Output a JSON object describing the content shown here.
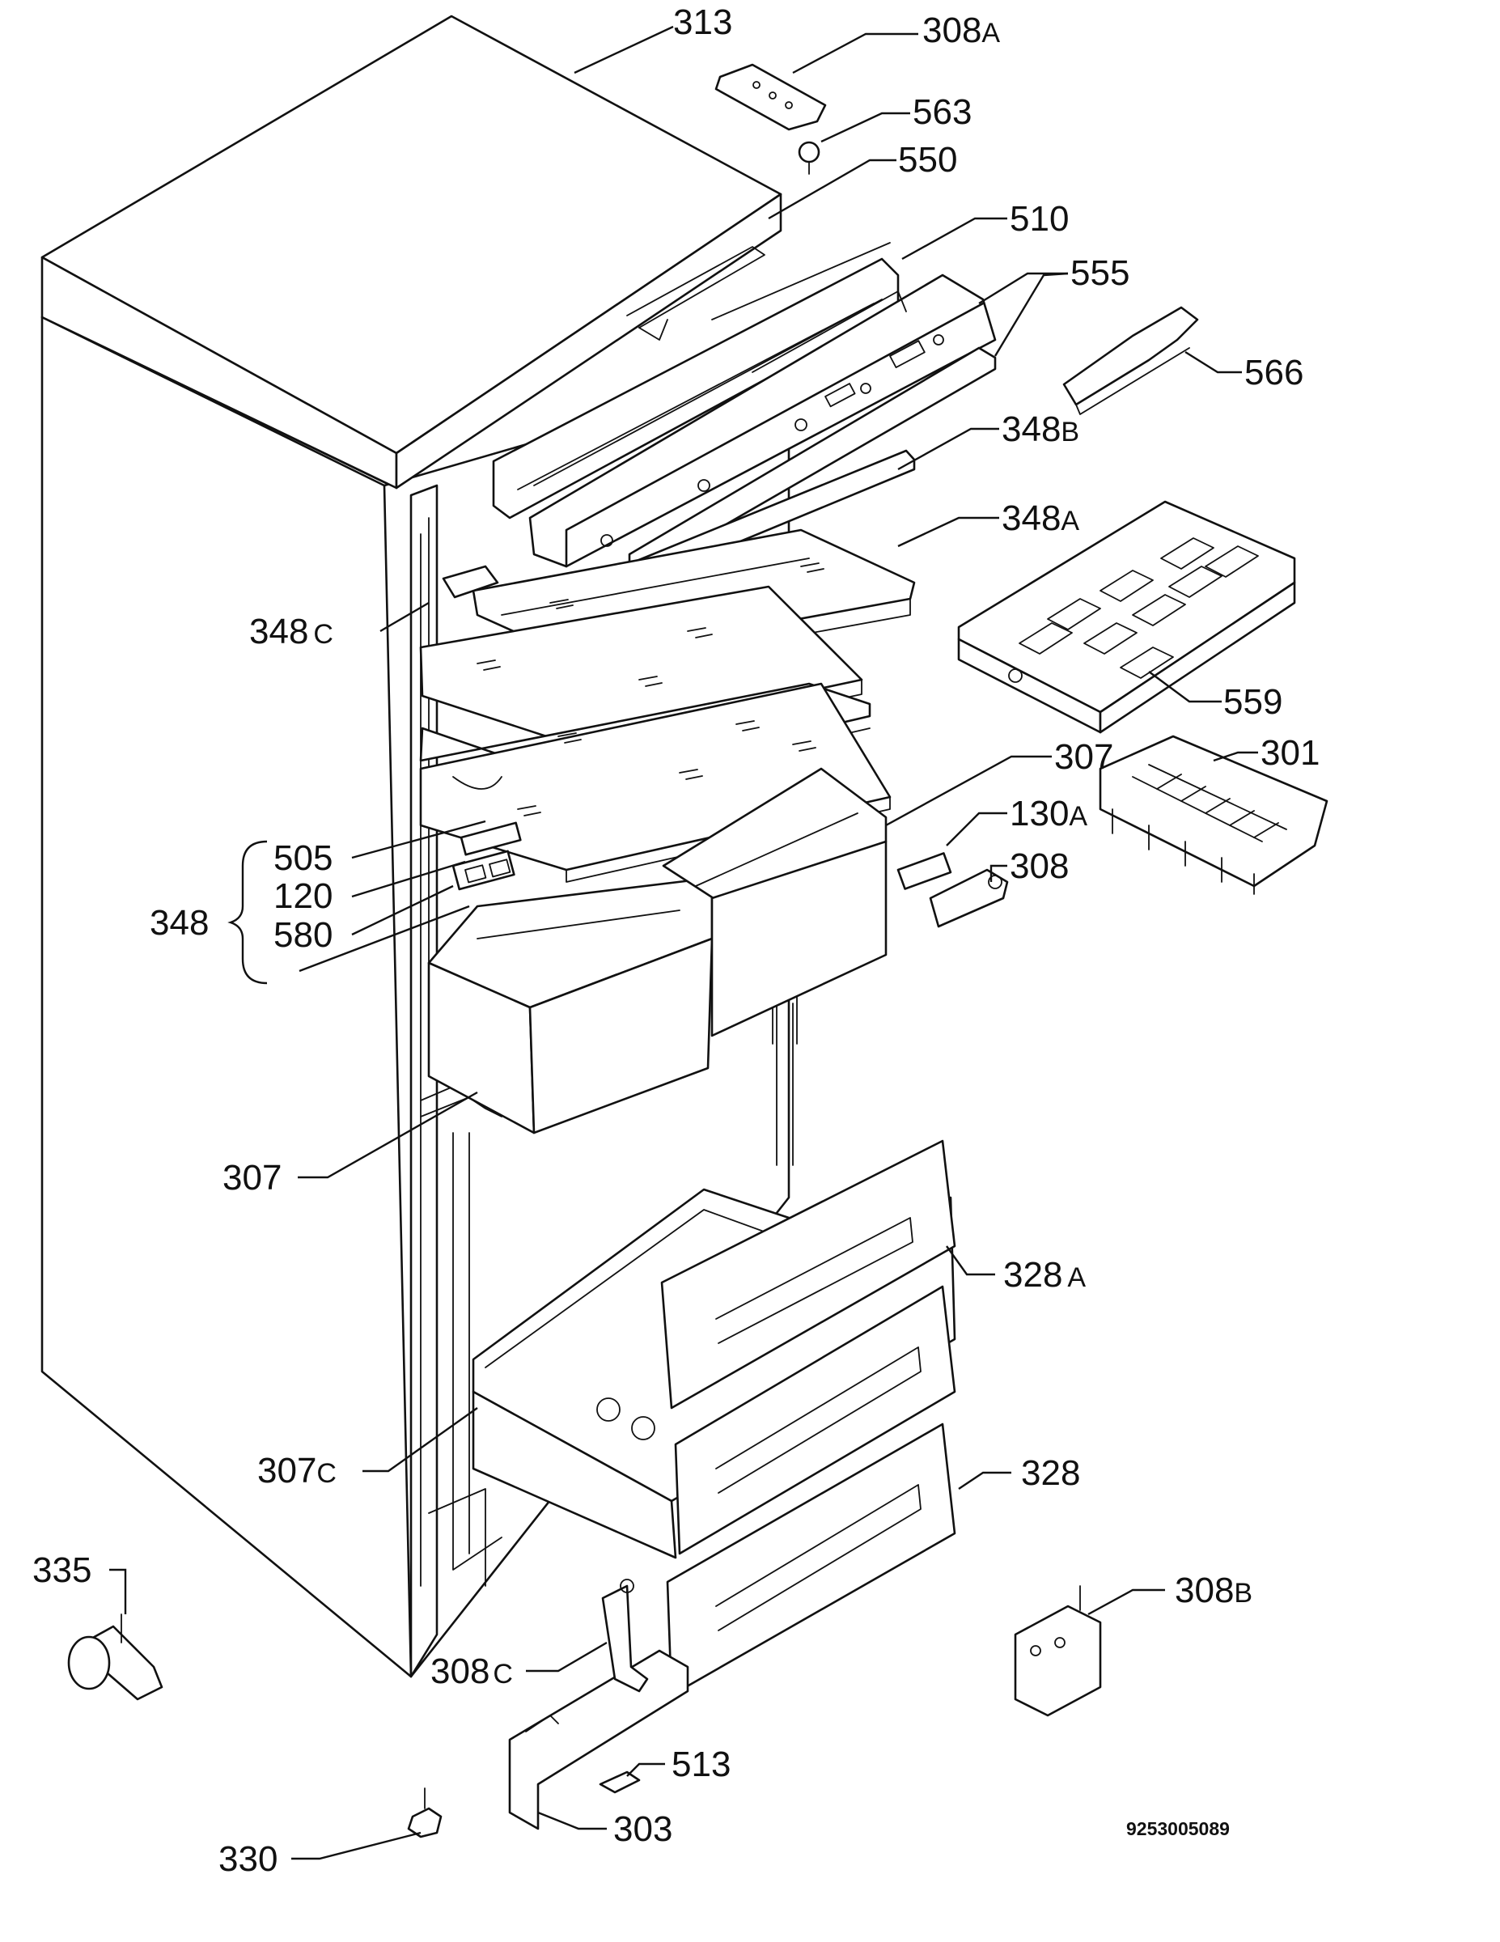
{
  "labels": [
    {
      "id": "313",
      "num": "313",
      "suffix": ""
    },
    {
      "id": "308a",
      "num": "308",
      "suffix": "A"
    },
    {
      "id": "563",
      "num": "563",
      "suffix": ""
    },
    {
      "id": "550",
      "num": "550",
      "suffix": ""
    },
    {
      "id": "510",
      "num": "510",
      "suffix": ""
    },
    {
      "id": "555",
      "num": "555",
      "suffix": ""
    },
    {
      "id": "566",
      "num": "566",
      "suffix": ""
    },
    {
      "id": "348b",
      "num": "348",
      "suffix": "B"
    },
    {
      "id": "348a",
      "num": "348",
      "suffix": "A"
    },
    {
      "id": "348c",
      "num": "348",
      "suffix": "C"
    },
    {
      "id": "559",
      "num": "559",
      "suffix": ""
    },
    {
      "id": "307-right",
      "num": "307",
      "suffix": ""
    },
    {
      "id": "301",
      "num": "301",
      "suffix": ""
    },
    {
      "id": "130a",
      "num": "130",
      "suffix": "A"
    },
    {
      "id": "308",
      "num": "308",
      "suffix": ""
    },
    {
      "id": "505",
      "num": "505",
      "suffix": ""
    },
    {
      "id": "120",
      "num": "120",
      "suffix": ""
    },
    {
      "id": "348",
      "num": "348",
      "suffix": ""
    },
    {
      "id": "580",
      "num": "580",
      "suffix": ""
    },
    {
      "id": "307-left",
      "num": "307",
      "suffix": ""
    },
    {
      "id": "328a",
      "num": "328",
      "suffix": "A"
    },
    {
      "id": "307c",
      "num": "307",
      "suffix": "C"
    },
    {
      "id": "328",
      "num": "328",
      "suffix": ""
    },
    {
      "id": "335",
      "num": "335",
      "suffix": ""
    },
    {
      "id": "308b",
      "num": "308",
      "suffix": "B"
    },
    {
      "id": "308c",
      "num": "308",
      "suffix": "C"
    },
    {
      "id": "513",
      "num": "513",
      "suffix": ""
    },
    {
      "id": "303",
      "num": "303",
      "suffix": ""
    },
    {
      "id": "330",
      "num": "330",
      "suffix": ""
    }
  ],
  "drawing_code": "9253005089"
}
